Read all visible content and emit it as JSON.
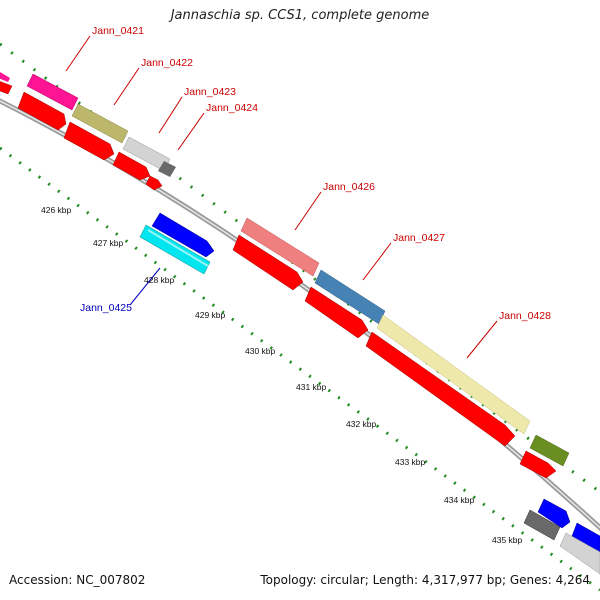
{
  "title": "Jannaschia sp. CCS1, complete genome",
  "accession_text": "Accession: NC_007802",
  "summary_text": "Topology: circular; Length: 4,317,977 bp; Genes: 4,264",
  "colors": {
    "backbone": "#8c8c8c",
    "tick": "#228b22",
    "forward_label": "#cc0000",
    "reverse_label": "#0000bb"
  },
  "scale_labels": [
    "426 kbp",
    "427 kbp",
    "428 kbp",
    "429 kbp",
    "430 kbp",
    "431 kbp",
    "432 kbp",
    "433 kbp",
    "434 kbp",
    "435 kbp"
  ],
  "genes": [
    {
      "name": "Jann_0421",
      "strand": "+",
      "color": "#ff1493"
    },
    {
      "name": "Jann_0422",
      "strand": "+",
      "color": "#bdb76b"
    },
    {
      "name": "Jann_0423",
      "strand": "+",
      "color": "#cfcfcf"
    },
    {
      "name": "Jann_0424",
      "strand": "+",
      "color": "#696969"
    },
    {
      "name": "Jann_0425",
      "strand": "-",
      "color": "#00e5ee"
    },
    {
      "name": "Jann_0426",
      "strand": "+",
      "color": "#f08080"
    },
    {
      "name": "Jann_0427",
      "strand": "+",
      "color": "#4682b4"
    },
    {
      "name": "Jann_0428",
      "strand": "+",
      "color": "#eee8aa"
    }
  ],
  "unlabeled_features": [
    {
      "track": "forward-feature",
      "color": "#6b8e23"
    },
    {
      "track": "reverse-feature",
      "color": "#0000ff"
    },
    {
      "track": "reverse-feature",
      "color": "#0000ff"
    },
    {
      "track": "reverse-feature",
      "color": "#0000ff"
    }
  ]
}
